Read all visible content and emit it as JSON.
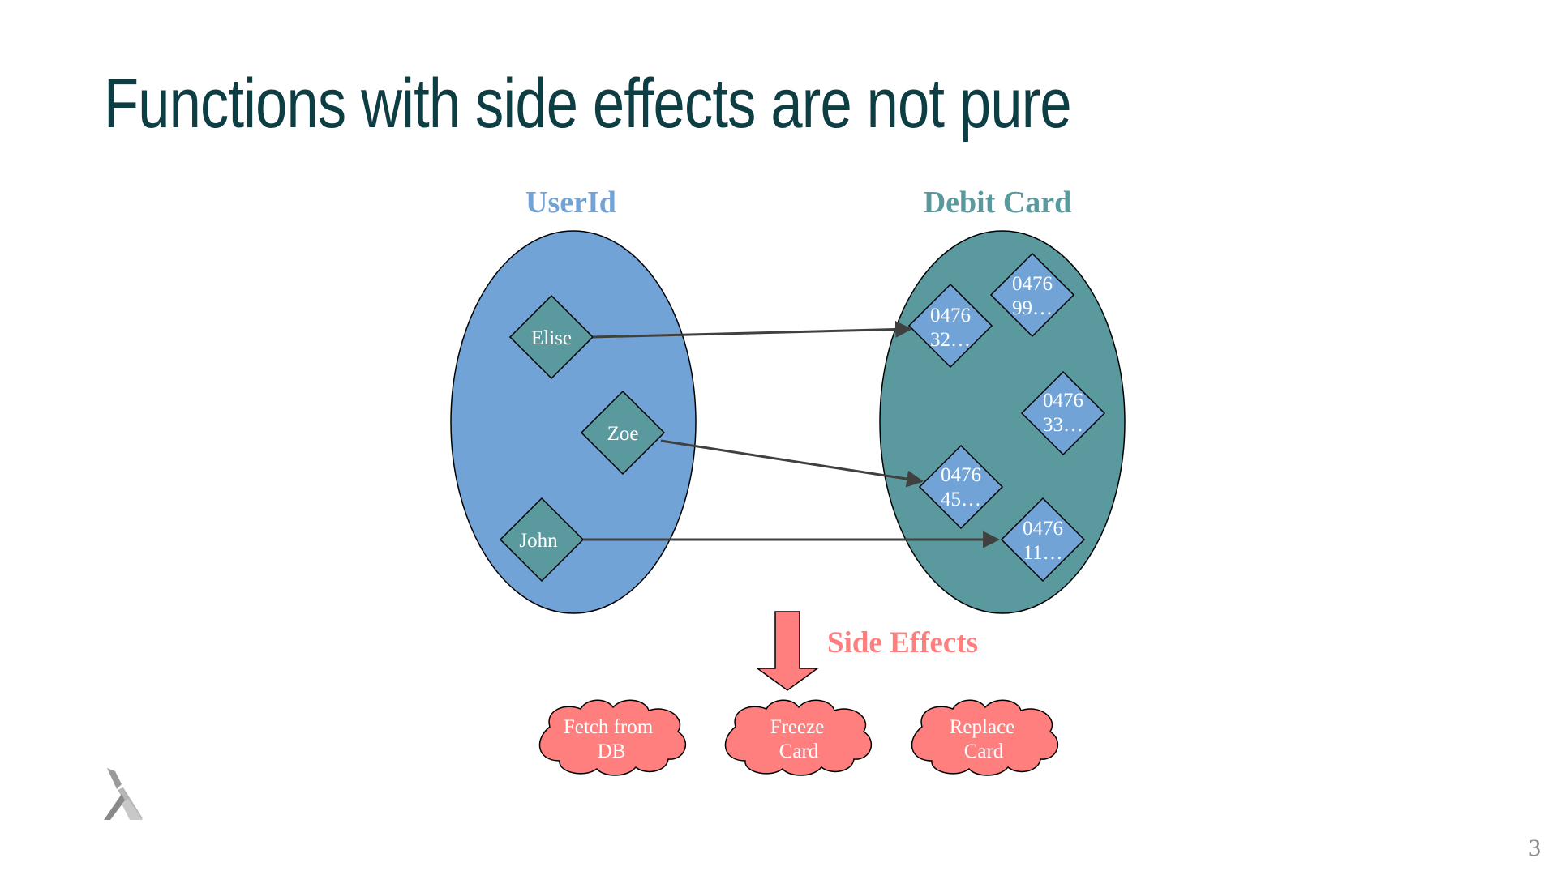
{
  "title": "Functions with side effects are not pure",
  "page_number": "3",
  "colors": {
    "title": "#0d3e44",
    "userid_set": "#72a3d7",
    "card_set": "#5a9a9e",
    "user_node": "#5a9a9e",
    "card_node": "#72a3d7",
    "effect": "#ff7f7f",
    "arrow": "#404040"
  },
  "diagram": {
    "userid_label": "UserId",
    "card_label": "Debit Card",
    "side_effects_label": "Side Effects",
    "users": [
      {
        "id": "elise",
        "name": "Elise"
      },
      {
        "id": "zoe",
        "name": "Zoe"
      },
      {
        "id": "john",
        "name": "John"
      }
    ],
    "cards": [
      {
        "id": "c32",
        "line1": "0476",
        "line2": "32…"
      },
      {
        "id": "c99",
        "line1": "0476",
        "line2": "99…"
      },
      {
        "id": "c33",
        "line1": "0476",
        "line2": "33…"
      },
      {
        "id": "c45",
        "line1": "0476",
        "line2": "45…"
      },
      {
        "id": "c11",
        "line1": "0476",
        "line2": "11…"
      }
    ],
    "mappings": [
      {
        "from": "elise",
        "to": "c32"
      },
      {
        "from": "zoe",
        "to": "c45"
      },
      {
        "from": "john",
        "to": "c11"
      }
    ],
    "effects": [
      {
        "line1": "Fetch from",
        "line2": "DB"
      },
      {
        "line1": "Freeze",
        "line2": "Card"
      },
      {
        "line1": "Replace",
        "line2": "Card"
      }
    ]
  },
  "logo_icon": "lambda-logo-icon"
}
